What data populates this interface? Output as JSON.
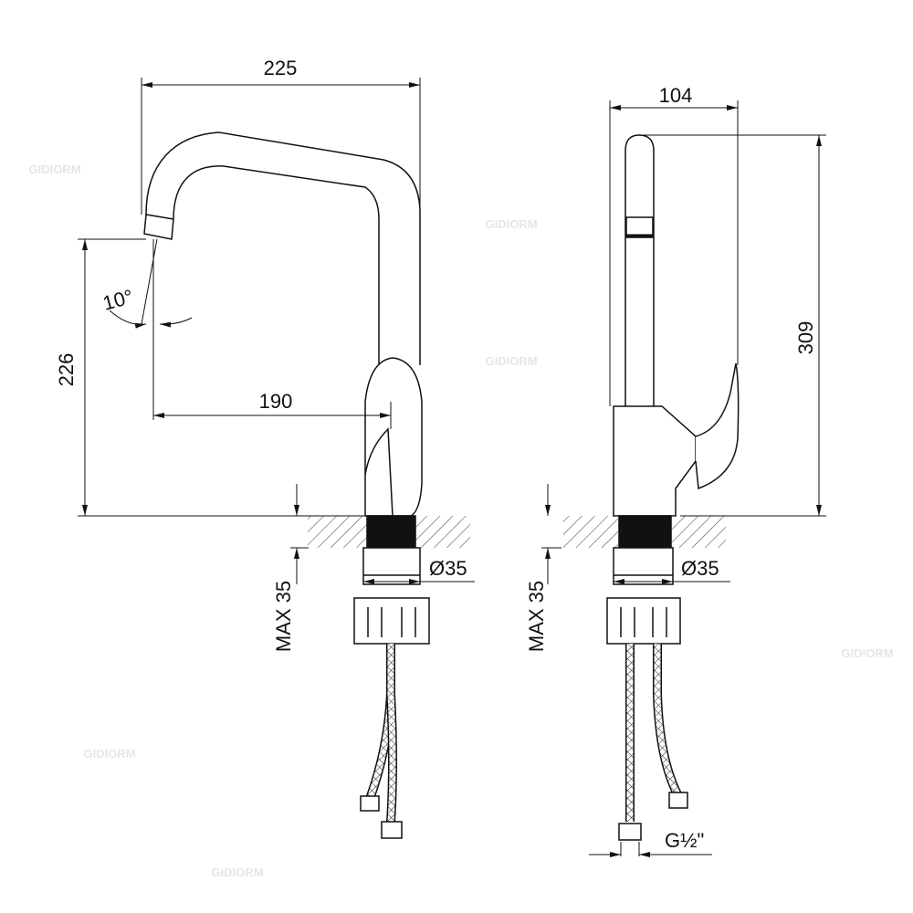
{
  "watermark": "GIDIORM",
  "front_view": {
    "overall_reach": "225",
    "spout_height": "226",
    "spout_offset": "190",
    "spray_angle": "10°",
    "diameter": "Ø35",
    "max_thickness": "MAX 35"
  },
  "side_view": {
    "depth": "104",
    "total_height": "309",
    "diameter": "Ø35",
    "max_thickness": "MAX 35",
    "connection_thread": "G½\""
  },
  "colors": {
    "line": "#111111",
    "hatch": "#555555",
    "insert": "#111111"
  }
}
